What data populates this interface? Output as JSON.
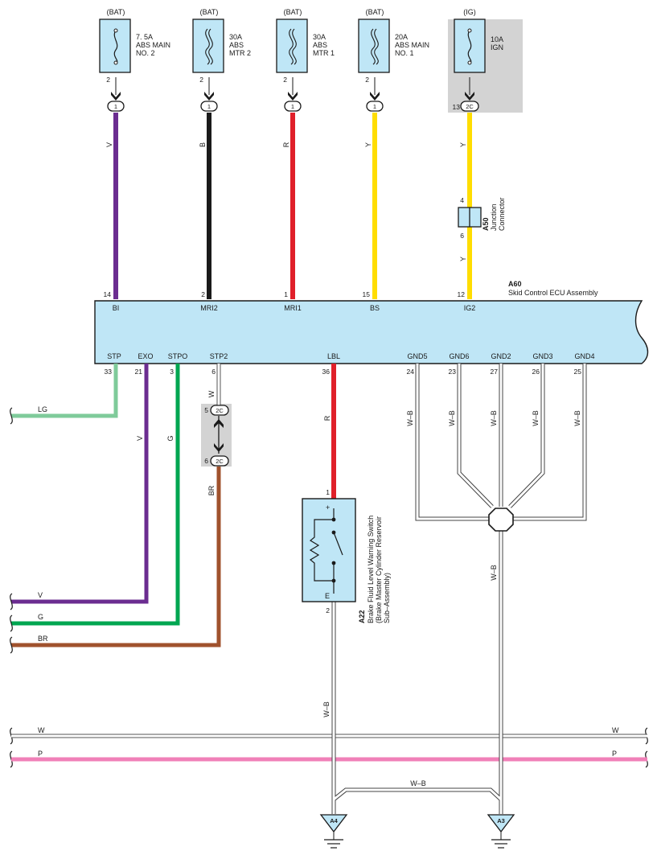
{
  "fuses": [
    {
      "source": "(BAT)",
      "lines": [
        "7. 5A",
        "ABS MAIN",
        "NO. 2"
      ],
      "pin": "2",
      "connector": "1"
    },
    {
      "source": "(BAT)",
      "lines": [
        "30A",
        "ABS",
        "MTR 2"
      ],
      "pin": "2",
      "connector": "1"
    },
    {
      "source": "(BAT)",
      "lines": [
        "30A",
        "ABS",
        "MTR 1"
      ],
      "pin": "2",
      "connector": "1"
    },
    {
      "source": "(BAT)",
      "lines": [
        "20A",
        "ABS MAIN",
        "NO. 1"
      ],
      "pin": "2",
      "connector": "1"
    },
    {
      "source": "(IG)",
      "lines": [
        "10A",
        "IGN"
      ],
      "pin": "13",
      "connector": "2C"
    }
  ],
  "ecu": {
    "code": "A60",
    "name": "Skid Control ECU Assembly",
    "top_pins": [
      {
        "num": "14",
        "label": "BI",
        "wire": "V",
        "color": "#6b2d90"
      },
      {
        "num": "2",
        "label": "MRI2",
        "wire": "B",
        "color": "#1a1a1a"
      },
      {
        "num": "1",
        "label": "MRI1",
        "wire": "R",
        "color": "#e0202a"
      },
      {
        "num": "15",
        "label": "BS",
        "wire": "Y",
        "color": "#ffdd00"
      },
      {
        "num": "12",
        "label": "IG2",
        "wire": "Y",
        "color": "#ffdd00"
      }
    ],
    "bottom_pins": [
      {
        "num": "33",
        "label": "STP",
        "wire": "LG"
      },
      {
        "num": "21",
        "label": "EXO",
        "wire": "V"
      },
      {
        "num": "3",
        "label": "STPO",
        "wire": "G"
      },
      {
        "num": "6",
        "label": "STP2",
        "wire": "W"
      },
      {
        "num": "36",
        "label": "LBL",
        "wire": "R"
      },
      {
        "num": "24",
        "label": "GND5",
        "wire": "W–B"
      },
      {
        "num": "23",
        "label": "GND6",
        "wire": "W–B"
      },
      {
        "num": "27",
        "label": "GND2",
        "wire": "W–B"
      },
      {
        "num": "26",
        "label": "GND3",
        "wire": "W–B"
      },
      {
        "num": "25",
        "label": "GND4",
        "wire": "W–B"
      }
    ]
  },
  "junction": {
    "code": "A50",
    "name_lines": [
      "Junction",
      "Connector"
    ],
    "pin_in": "4",
    "pin_out": "6",
    "wire_out": "Y"
  },
  "stp2_connector": {
    "top_pin": "5",
    "bottom_pin": "6",
    "label": "2C",
    "wire_out": "BR"
  },
  "switch": {
    "code": "A22",
    "name_lines": [
      "Brake Fluid Level Warning Switch",
      "(Brake Master Cylinder Reservoir",
      "Sub–Assembly)"
    ],
    "pin_top": "1",
    "pin_bottom": "2",
    "plus": "+",
    "e": "E",
    "wire_out": "W–B"
  },
  "left_wires": [
    {
      "label": "LG",
      "color": "#7fcb9a"
    },
    {
      "label": "V",
      "color": "#6b2d90"
    },
    {
      "label": "G",
      "color": "#00a651"
    },
    {
      "label": "BR",
      "color": "#a0522d"
    }
  ],
  "bus_wires": [
    {
      "label": "W",
      "color": "#ffffff"
    },
    {
      "label": "P",
      "color": "#f080b8"
    }
  ],
  "ground_join_wire": "W–B",
  "ground_wire": "W–B",
  "grounds": [
    "A4",
    "A3"
  ]
}
